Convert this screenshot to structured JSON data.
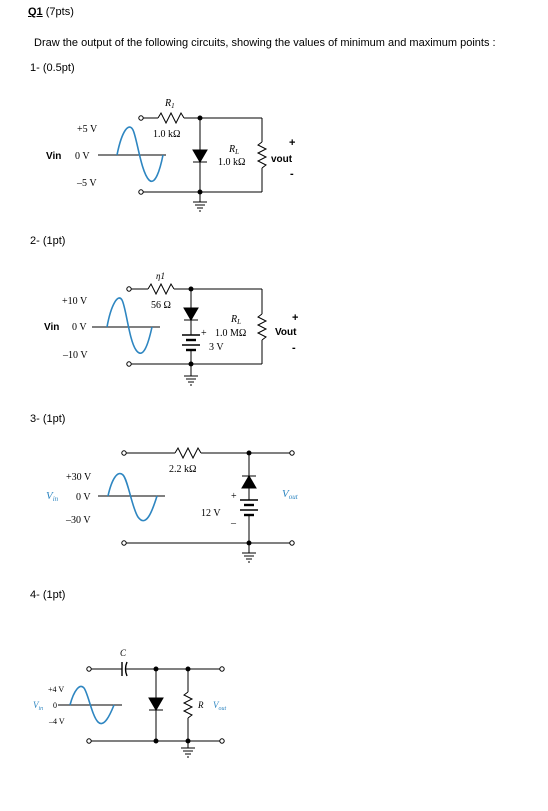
{
  "question": {
    "label": "Q1",
    "points": "(7pts)"
  },
  "instruction": "Draw the output of the following circuits, showing the values of  minimum and maximum points :",
  "parts": [
    {
      "label": "1- (0.5pt)",
      "vmax": "+5 V",
      "vzero": "0 V",
      "vmin": "–5 V",
      "vin": "Vin",
      "r1_name": "R",
      "r1_sub": "1",
      "r1_value": "1.0 kΩ",
      "rl_name": "R",
      "rl_sub": "L",
      "rl_value": "1.0 kΩ",
      "plus": "+",
      "minus": "-",
      "vout": "vout"
    },
    {
      "label": "2- (1pt)",
      "vmax": "+10 V",
      "vzero": "0 V",
      "vmin": "–10 V",
      "vin": "Vin",
      "r1_name": "ƞ1",
      "r1_value": "56 Ω",
      "rl_name": "R",
      "rl_sub": "L",
      "rl_value": "1.0 MΩ",
      "batt_plus": "+",
      "batt_value": "3 V",
      "plus": "+",
      "minus": "-",
      "vout": "Vout"
    },
    {
      "label": "3- (1pt)",
      "vmax": "+30 V",
      "vzero": "0 V",
      "vmin": "–30 V",
      "vin_v": "V",
      "vin_sub": "in",
      "r_value": "2.2 kΩ",
      "batt_plus": "+",
      "batt_minus": "–",
      "batt_value": "12 V",
      "vout_v": "V",
      "vout_sub": "out"
    },
    {
      "label": "4- (1pt)",
      "vmax": "+4 V",
      "vzero": "0",
      "vmin": "–4 V",
      "vin_v": "V",
      "vin_sub": "in",
      "cap_label": "C",
      "r_label": "R",
      "vout_v": "V",
      "vout_sub": "out"
    }
  ],
  "colors": {
    "wave": "#2e86c1",
    "wire": "#000000"
  }
}
